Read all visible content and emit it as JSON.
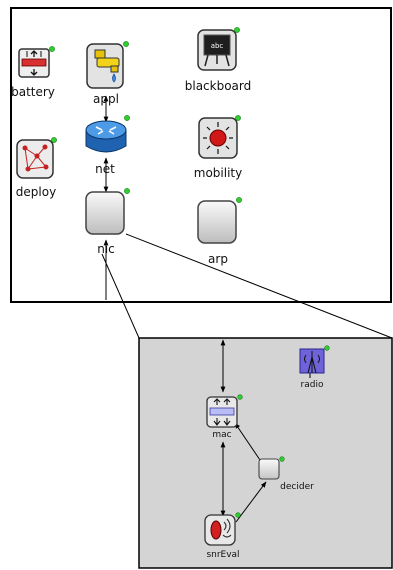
{
  "outer_module": {
    "nodes": {
      "battery": {
        "label": "battery",
        "icon": "battery-icon"
      },
      "appl": {
        "label": "appl",
        "icon": "water-tap-icon"
      },
      "blackboard": {
        "label": "blackboard",
        "icon": "blackboard-icon",
        "icon_text": "abc"
      },
      "deploy": {
        "label": "deploy",
        "icon": "deploy-graph-icon"
      },
      "net": {
        "label": "net",
        "icon": "router-icon"
      },
      "mobility": {
        "label": "mobility",
        "icon": "mobility-icon"
      },
      "nic": {
        "label": "nic",
        "icon": "gray-box-icon"
      },
      "arp": {
        "label": "arp",
        "icon": "gray-box-icon"
      }
    }
  },
  "nic_detail": {
    "nodes": {
      "radio": {
        "label": "radio",
        "icon": "antenna-icon"
      },
      "mac": {
        "label": "mac",
        "icon": "mac-layer-icon"
      },
      "decider": {
        "label": "decider",
        "icon": "small-box-icon"
      },
      "snrEval": {
        "label": "snrEval",
        "icon": "signal-eval-icon"
      }
    }
  },
  "colors": {
    "detail_background": "#d4d4d4",
    "link": "#000000",
    "status_marker": "#2fcf2f"
  }
}
